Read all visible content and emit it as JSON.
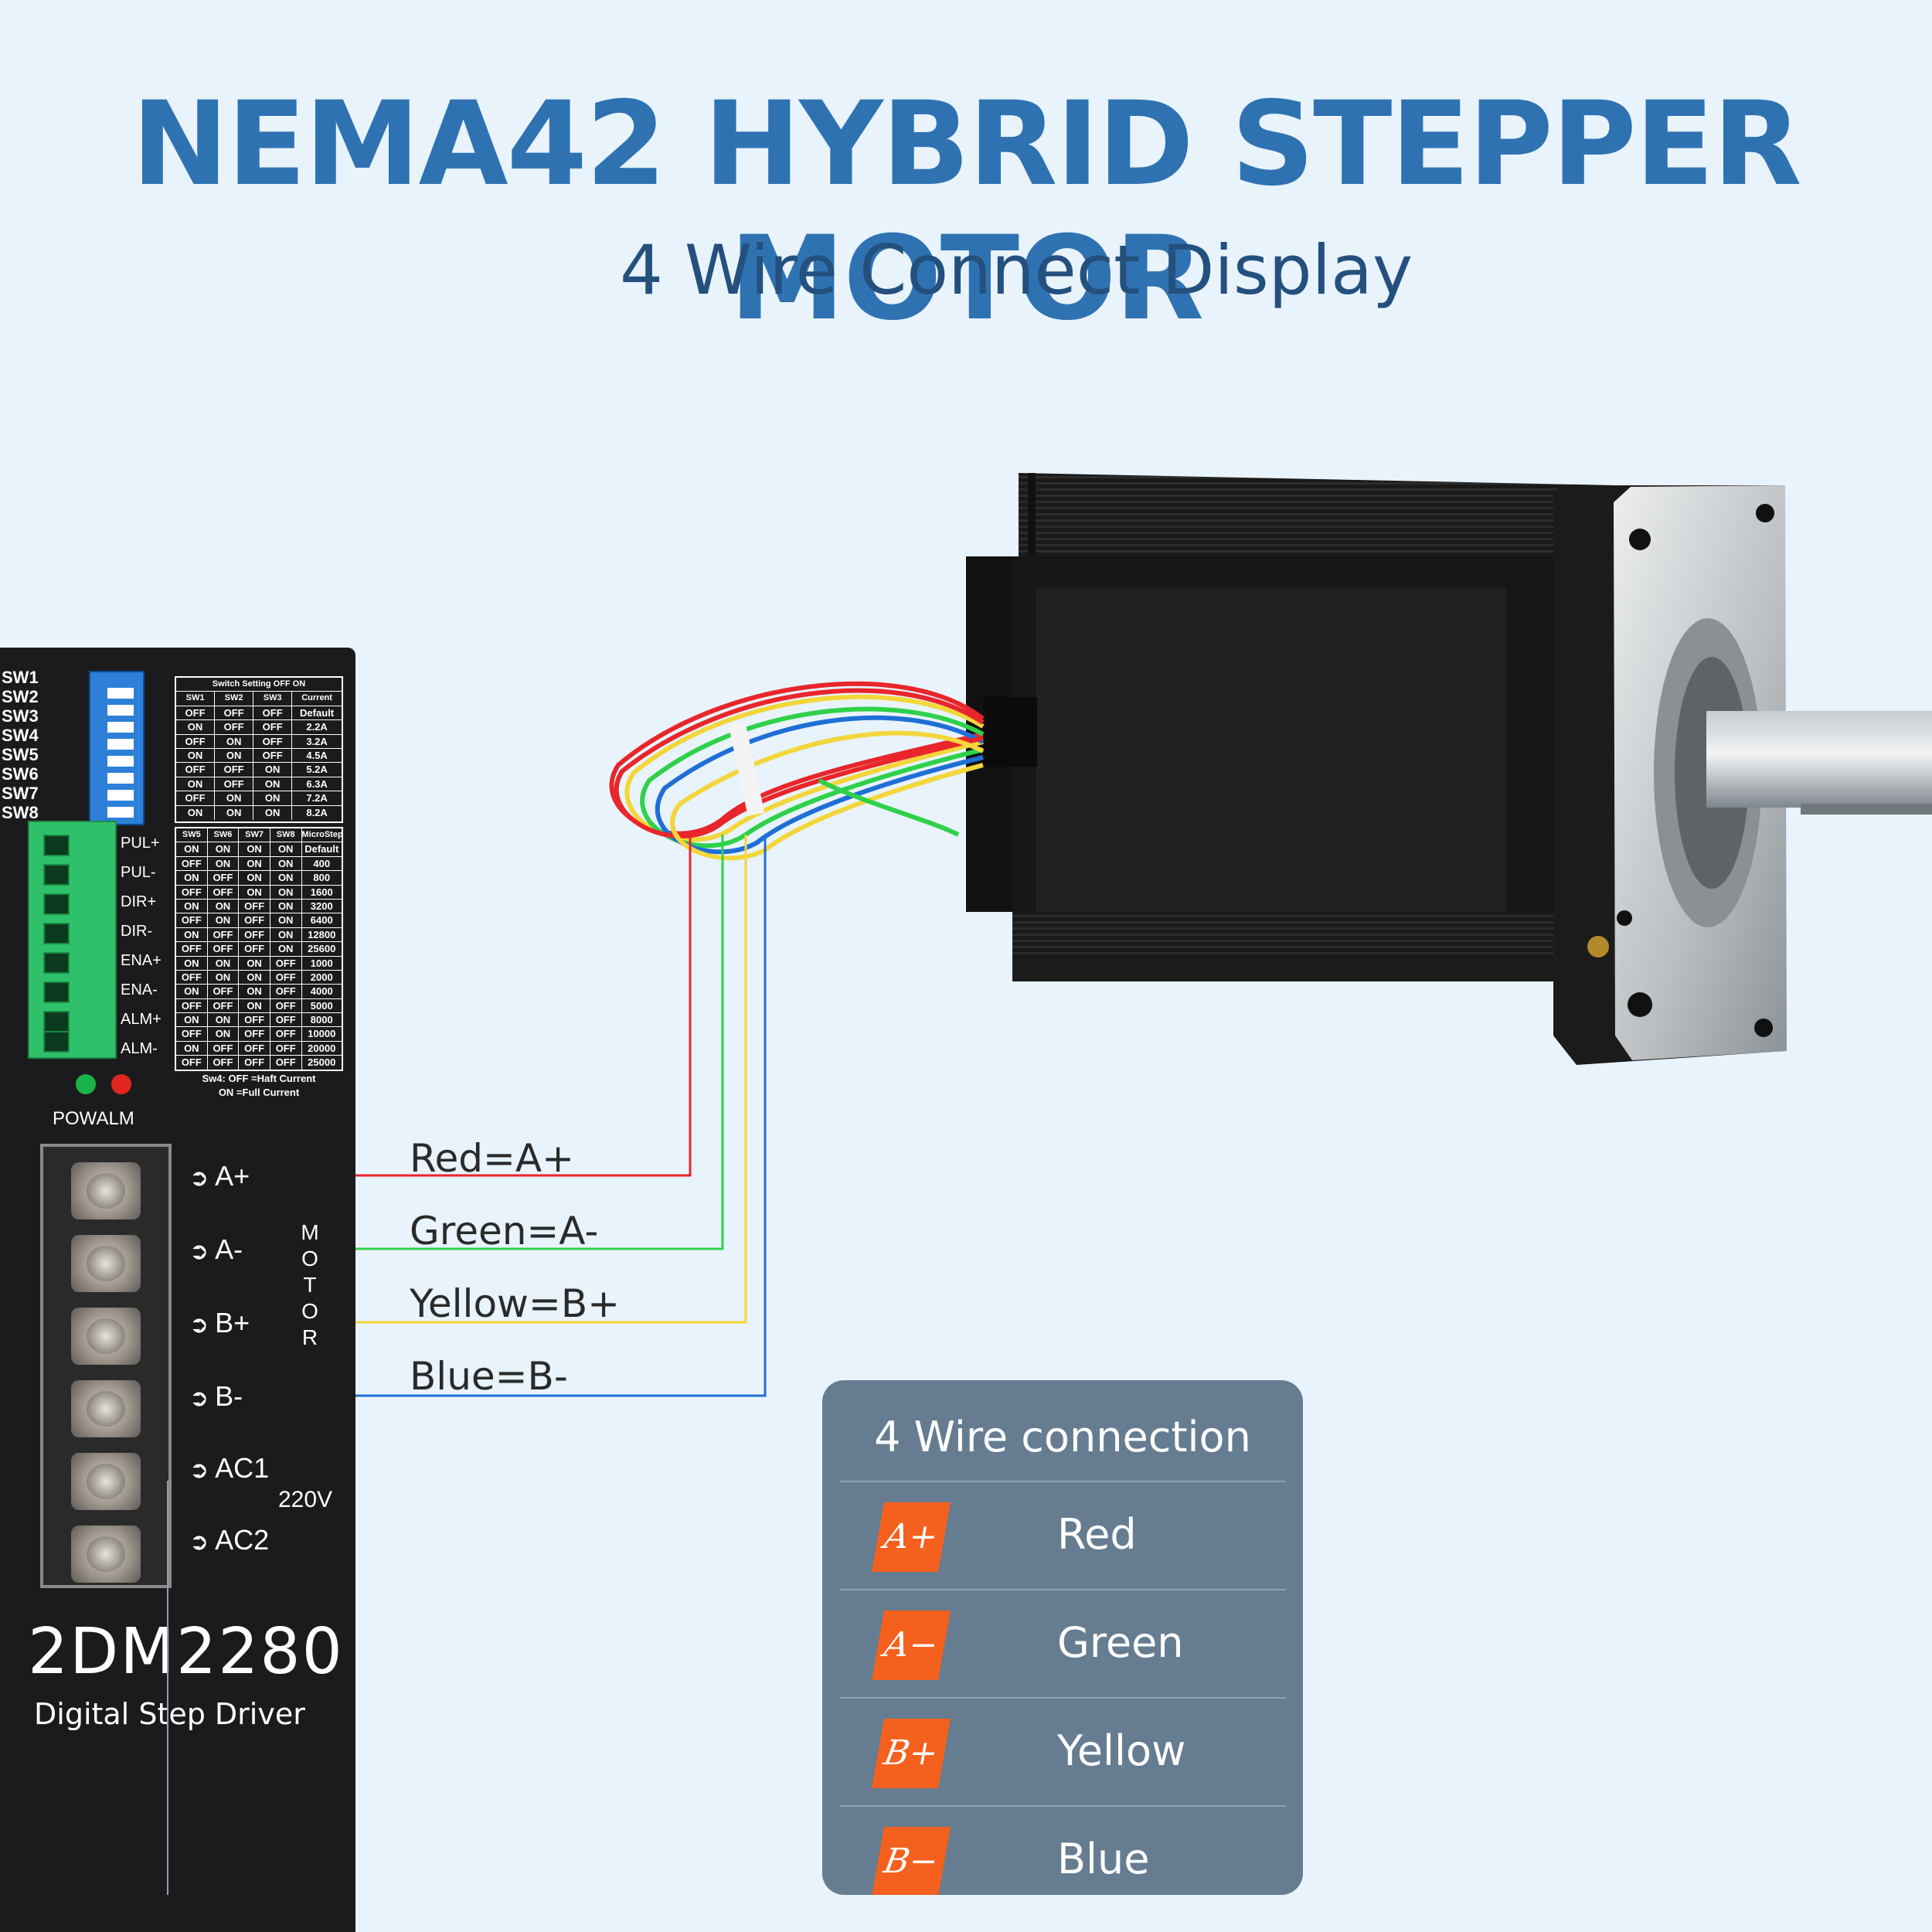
{
  "header": {
    "title": "NEMA42 HYBRID STEPPER MOTOR",
    "subtitle": "4 Wire Connect Display"
  },
  "driver": {
    "switch_labels": [
      "SW1",
      "SW2",
      "SW3",
      "SW4",
      "SW5",
      "SW6",
      "SW7",
      "SW8"
    ],
    "current_table": {
      "caption": "Switch Setting  OFF ON",
      "header": [
        "SW1",
        "SW2",
        "SW3",
        "Current"
      ],
      "rows": [
        [
          "OFF",
          "OFF",
          "OFF",
          "Default"
        ],
        [
          "ON",
          "OFF",
          "OFF",
          "2.2A"
        ],
        [
          "OFF",
          "ON",
          "OFF",
          "3.2A"
        ],
        [
          "ON",
          "ON",
          "OFF",
          "4.5A"
        ],
        [
          "OFF",
          "OFF",
          "ON",
          "5.2A"
        ],
        [
          "ON",
          "OFF",
          "ON",
          "6.3A"
        ],
        [
          "OFF",
          "ON",
          "ON",
          "7.2A"
        ],
        [
          "ON",
          "ON",
          "ON",
          "8.2A"
        ]
      ]
    },
    "microstep_table": {
      "header": [
        "SW5",
        "SW6",
        "SW7",
        "SW8",
        "MicroStep"
      ],
      "rows": [
        [
          "ON",
          "ON",
          "ON",
          "ON",
          "Default"
        ],
        [
          "OFF",
          "ON",
          "ON",
          "ON",
          "400"
        ],
        [
          "ON",
          "OFF",
          "ON",
          "ON",
          "800"
        ],
        [
          "OFF",
          "OFF",
          "ON",
          "ON",
          "1600"
        ],
        [
          "ON",
          "ON",
          "OFF",
          "ON",
          "3200"
        ],
        [
          "OFF",
          "ON",
          "OFF",
          "ON",
          "6400"
        ],
        [
          "ON",
          "OFF",
          "OFF",
          "ON",
          "12800"
        ],
        [
          "OFF",
          "OFF",
          "OFF",
          "ON",
          "25600"
        ],
        [
          "ON",
          "ON",
          "ON",
          "OFF",
          "1000"
        ],
        [
          "OFF",
          "ON",
          "ON",
          "OFF",
          "2000"
        ],
        [
          "ON",
          "OFF",
          "ON",
          "OFF",
          "4000"
        ],
        [
          "OFF",
          "OFF",
          "ON",
          "OFF",
          "5000"
        ],
        [
          "ON",
          "ON",
          "OFF",
          "OFF",
          "8000"
        ],
        [
          "OFF",
          "ON",
          "OFF",
          "OFF",
          "10000"
        ],
        [
          "ON",
          "OFF",
          "OFF",
          "OFF",
          "20000"
        ],
        [
          "OFF",
          "OFF",
          "OFF",
          "OFF",
          "25000"
        ]
      ],
      "note_line1": "Sw4: OFF  =Haft Current",
      "note_line2": "ON =Full Current"
    },
    "signal_labels": [
      "PUL+",
      "PUL-",
      "DIR+",
      "DIR-",
      "ENA+",
      "ENA-",
      "ALM+",
      "ALM-"
    ],
    "led_caption": "POWALM",
    "terminal_labels": [
      "A+",
      "A-",
      "B+",
      "B-",
      "AC1",
      "AC2"
    ],
    "motor_vertical": "MOTOR",
    "voltage": "220V",
    "model": "2DM2280",
    "model_subtitle": "Digital Step Driver"
  },
  "wires": [
    {
      "label": "Red=A+",
      "color": "#e8262b"
    },
    {
      "label": "Green=A-",
      "color": "#2fd14a"
    },
    {
      "label": "Yellow=B+",
      "color": "#f3d63a"
    },
    {
      "label": "Blue=B-",
      "color": "#1f6fd6"
    }
  ],
  "connection_table": {
    "title": "4 Wire connection",
    "rows": [
      {
        "pin": "A+",
        "color_name": "Red"
      },
      {
        "pin": "A−",
        "color_name": "Green"
      },
      {
        "pin": "B+",
        "color_name": "Yellow"
      },
      {
        "pin": "B−",
        "color_name": "Blue"
      }
    ],
    "badge_color": "#f4601d"
  },
  "colors": {
    "background": "#e8f3fc",
    "title": "#2f72b2",
    "subtitle": "#24507e",
    "panel": "#667c91"
  }
}
